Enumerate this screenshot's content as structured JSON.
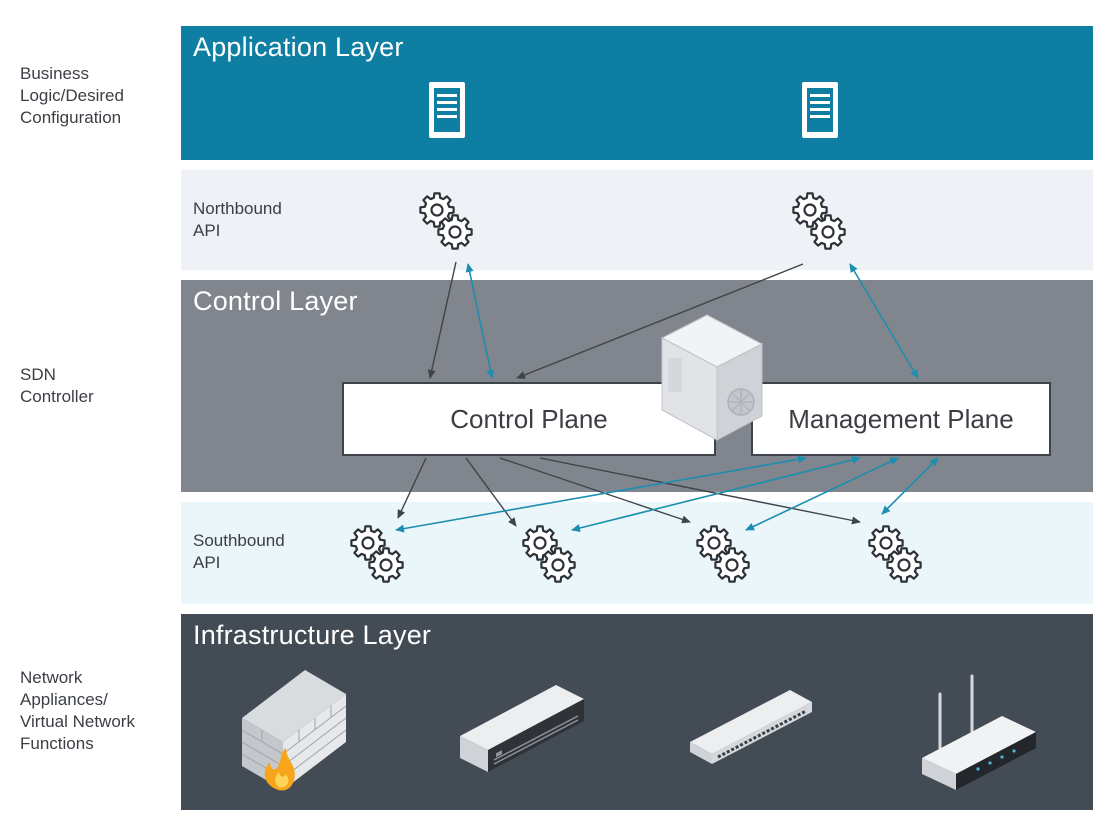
{
  "side_labels": {
    "business": "Business\nLogic/Desired\nConfiguration",
    "sdn": "SDN\nController",
    "network": "Network\nAppliances/\nVirtual Network\nFunctions"
  },
  "layers": {
    "application": "Application Layer",
    "northbound": "Northbound\nAPI",
    "control": "Control Layer",
    "southbound": "Southbound\nAPI",
    "infrastructure": "Infrastructure Layer"
  },
  "planes": {
    "control": "Control Plane",
    "management": "Management Plane"
  },
  "icons": {
    "document": "document-icon",
    "gears": "gears-icon",
    "server": "server-tower-icon",
    "firewall": "firewall-icon",
    "switch": "network-switch-icon",
    "router": "wireless-router-icon"
  },
  "colors": {
    "application": "#0f7ea3",
    "northbound": "#eef1f5",
    "control": "#80858e",
    "southbound": "#ebf6fa",
    "infrastructure": "#434b55",
    "arrow_dark": "#3f444a",
    "arrow_blue": "#1c8fb0"
  }
}
